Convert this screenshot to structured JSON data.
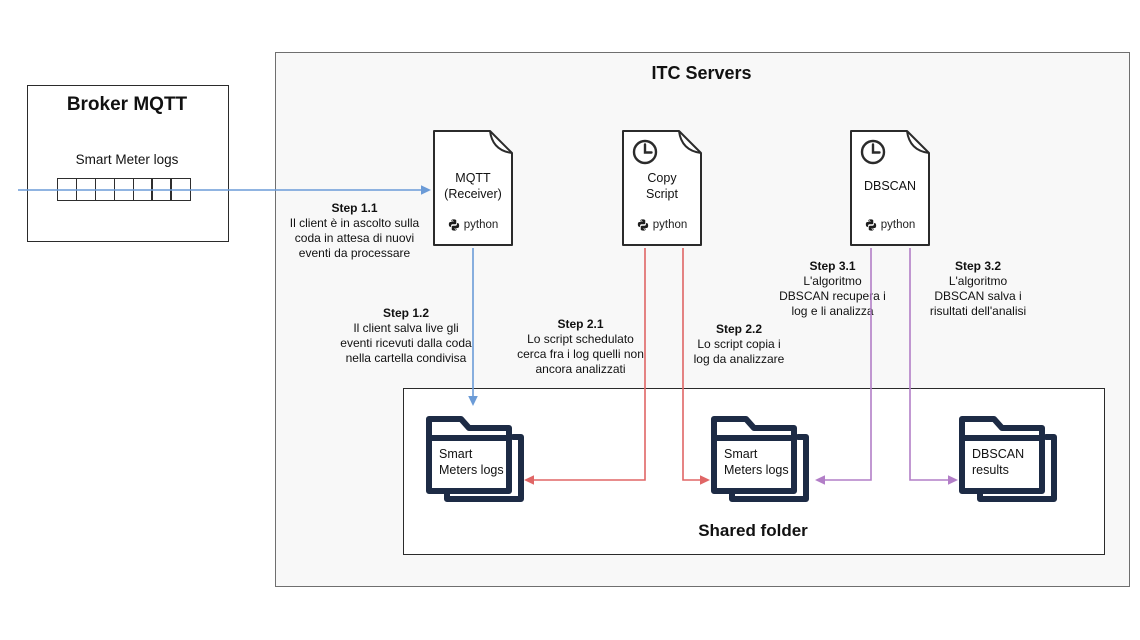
{
  "colors": {
    "arrow_blue": "#6b9bd7",
    "arrow_red": "#e06666",
    "arrow_purple": "#b27ec7",
    "folder_navy": "#1d2b45",
    "ink": "#2b2b2b",
    "itc_bg": "#f8f8f8"
  },
  "broker": {
    "title": "Broker MQTT",
    "queue_label": "Smart Meter logs",
    "queue_cells": 7
  },
  "itc": {
    "title": "ITC Servers",
    "documents": [
      {
        "id": "mqtt-receiver",
        "label": "MQTT\n(Receiver)",
        "runtime": "python",
        "scheduled": false
      },
      {
        "id": "copy-script",
        "label": "Copy\nScript",
        "runtime": "python",
        "scheduled": true
      },
      {
        "id": "dbscan",
        "label": "DBSCAN",
        "runtime": "python",
        "scheduled": true
      }
    ],
    "steps": [
      {
        "title": "Step 1.1",
        "text": "Il client è in ascolto sulla\ncoda in attesa di nuovi\neventi da processare"
      },
      {
        "title": "Step 1.2",
        "text": "Il client salva live gli\neventi ricevuti dalla coda\nnella cartella condivisa"
      },
      {
        "title": "Step 2.1",
        "text": "Lo script schedulato\ncerca fra i log quelli non\nancora analizzati"
      },
      {
        "title": "Step 2.2",
        "text": "Lo script copia i\nlog da analizzare"
      },
      {
        "title": "Step 3.1",
        "text": "L'algoritmo\nDBSCAN recupera i\nlog e li analizza"
      },
      {
        "title": "Step 3.2",
        "text": "L'algoritmo\nDBSCAN salva i\nrisultati dell'analisi"
      }
    ],
    "shared_folder": {
      "title": "Shared folder",
      "folders": [
        {
          "label": "Smart\nMeters logs"
        },
        {
          "label": "Smart\nMeters logs"
        },
        {
          "label": "DBSCAN\nresults"
        }
      ]
    }
  }
}
